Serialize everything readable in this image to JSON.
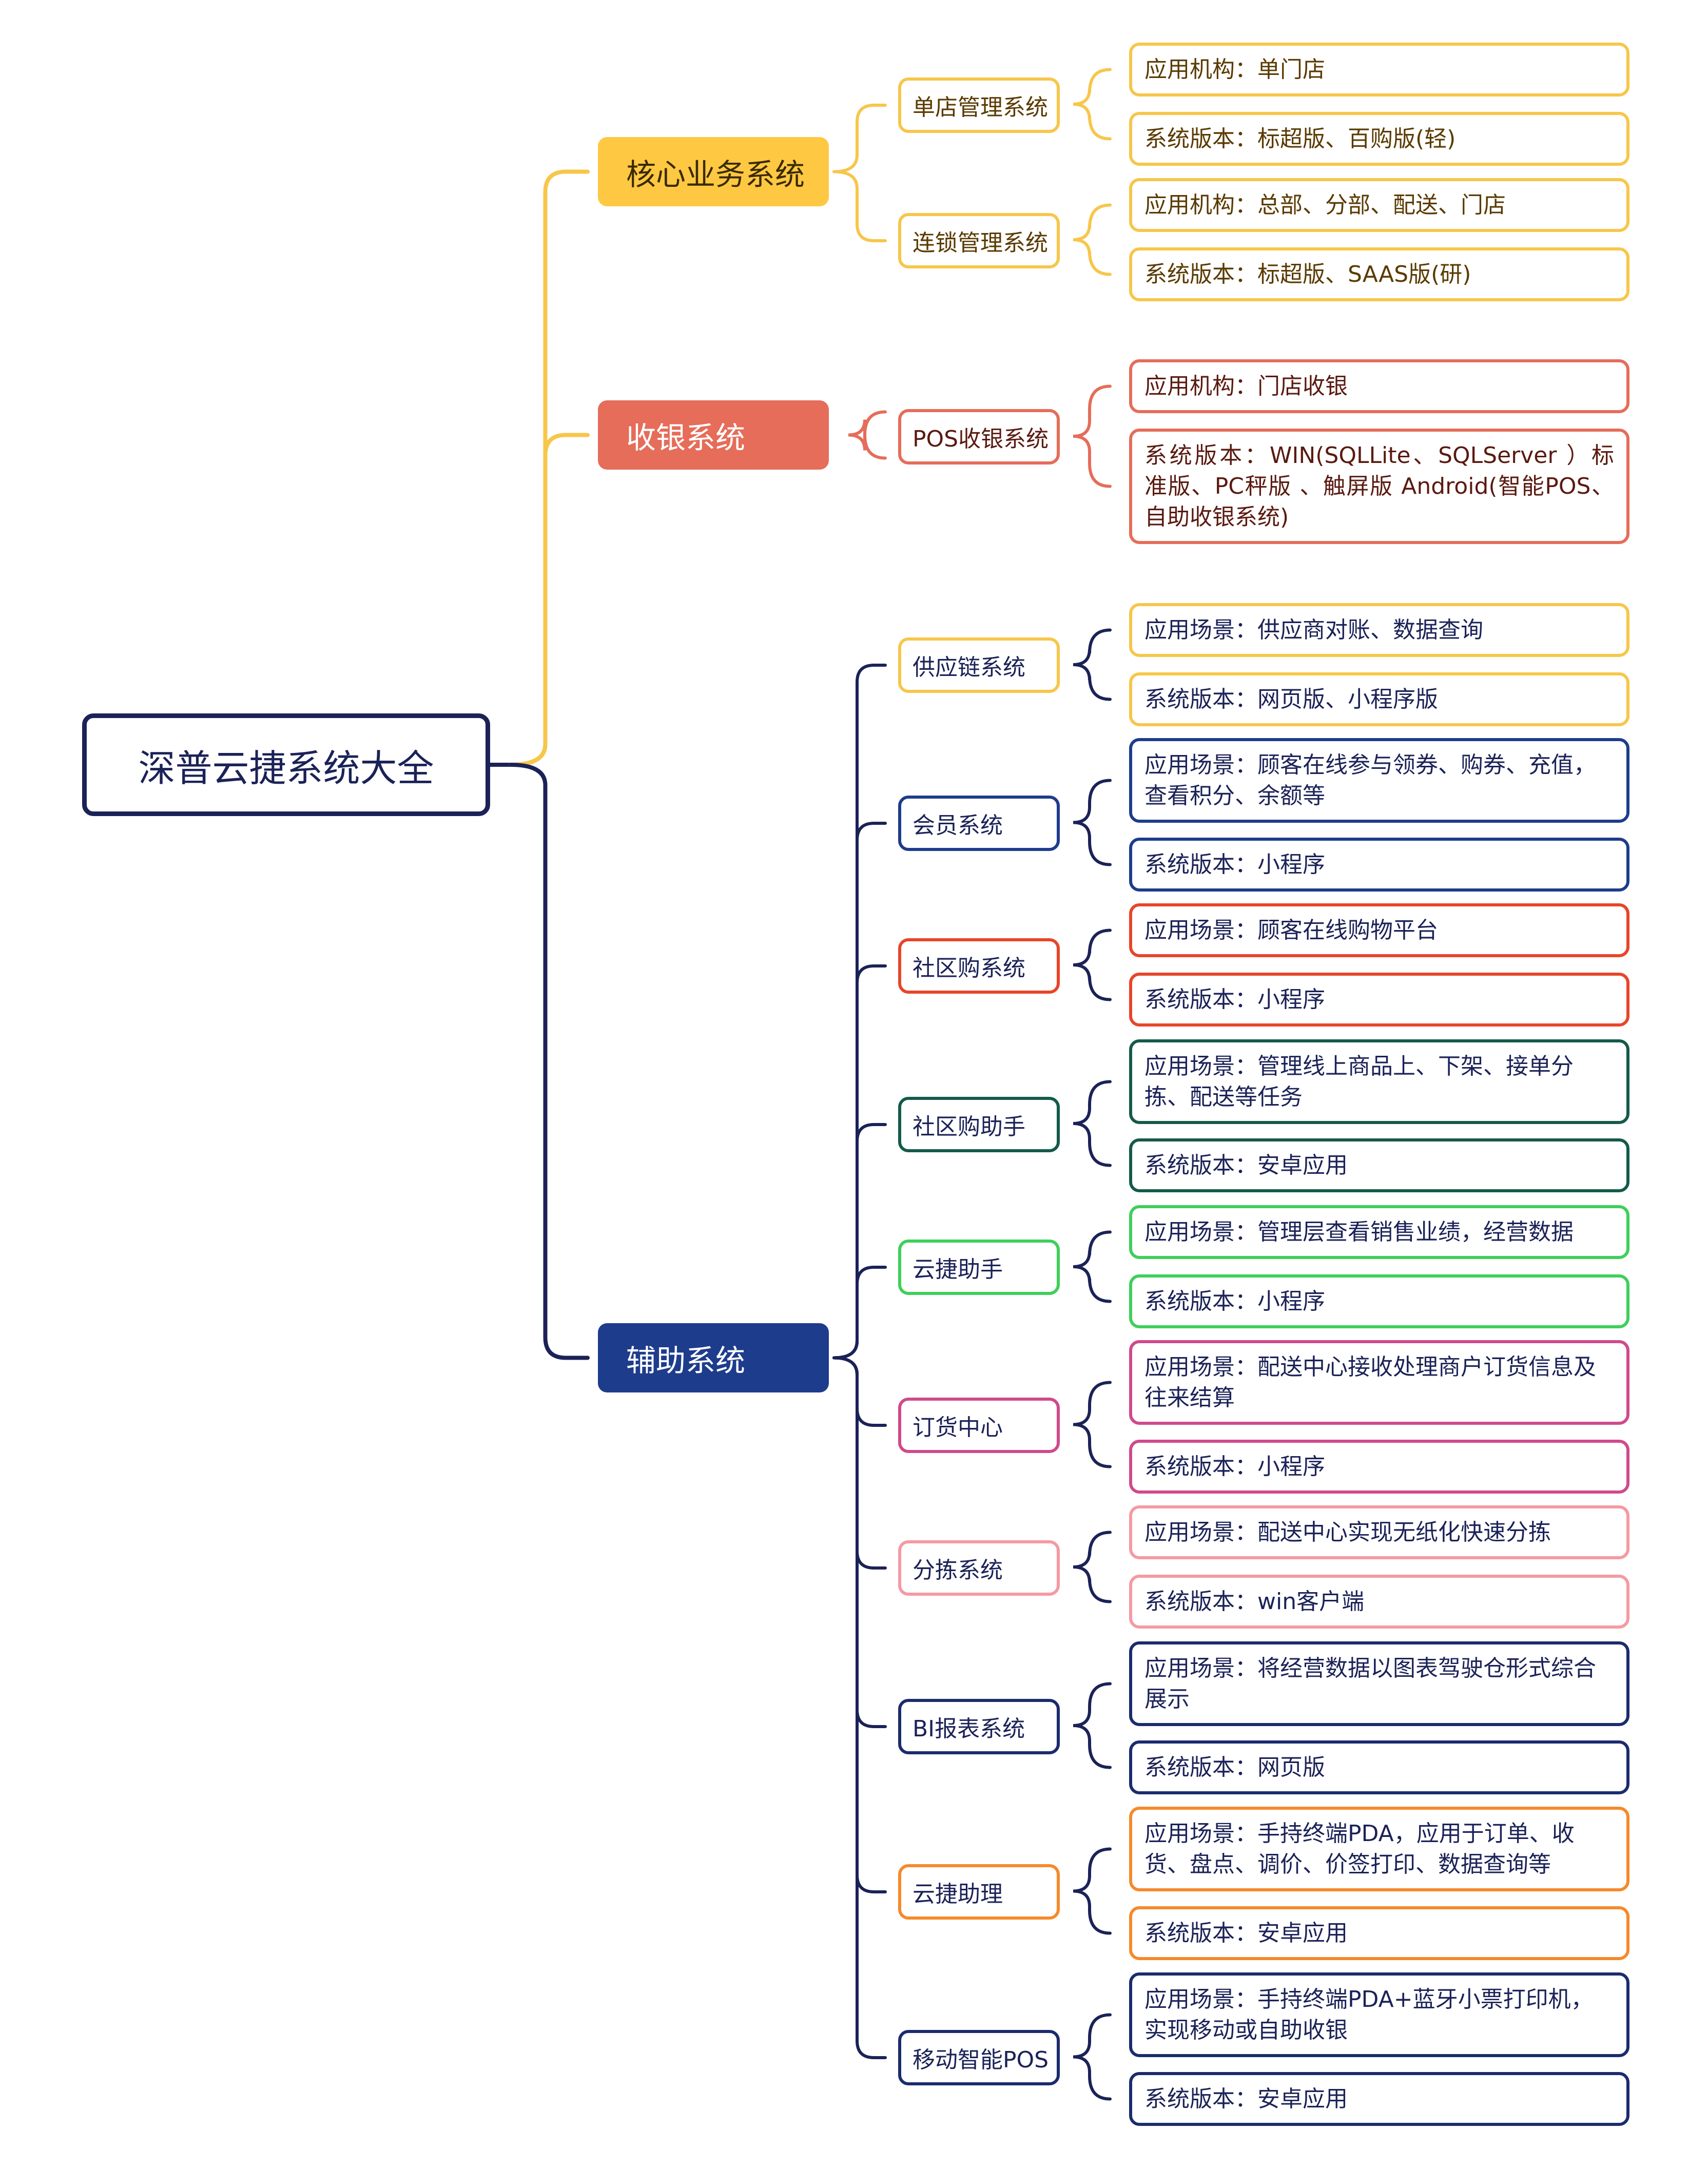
{
  "root": {
    "label": "深普云捷系统大全",
    "color": "#1b2257"
  },
  "branches": [
    {
      "id": "core",
      "label": "核心业务系统",
      "fill": "#ffc843",
      "text": "#3a2a00",
      "children": [
        {
          "id": "single-store",
          "label": "单店管理系统",
          "color": "#f7c64a",
          "text": "#5a3a00",
          "details": [
            "应用机构：单门店",
            "系统版本：标超版、百购版(轻)"
          ]
        },
        {
          "id": "chain-store",
          "label": "连锁管理系统",
          "color": "#f7c64a",
          "text": "#5a3a00",
          "details": [
            "应用机构：总部、分部、配送、门店",
            "系统版本：标超版、SAAS版(研)"
          ]
        }
      ]
    },
    {
      "id": "cashier",
      "label": "收银系统",
      "fill": "#e56d5a",
      "text": "#ffffff",
      "children": [
        {
          "id": "pos",
          "label": "POS收银系统",
          "color": "#e56d5a",
          "text": "#5a1a10",
          "details": [
            "应用机构：门店收银",
            "系统版本：WIN(SQLLite、SQLServer ）标准版、PC秤版 、触屏版   Android(智能POS、自助收银系统)"
          ]
        }
      ]
    },
    {
      "id": "aux",
      "label": "辅助系统",
      "fill": "#1e3c8c",
      "text": "#ffffff",
      "children": [
        {
          "id": "supply",
          "label": "供应链系统",
          "color": "#f7c64a",
          "text": "#1b2257",
          "details": [
            "应用场景：供应商对账、数据查询",
            "系统版本：网页版、小程序版"
          ]
        },
        {
          "id": "member",
          "label": "会员系统",
          "color": "#1e3c8c",
          "text": "#1b2257",
          "details": [
            "应用场景：顾客在线参与领券、购券、充值，查看积分、余额等",
            "系统版本：小程序"
          ]
        },
        {
          "id": "community",
          "label": "社区购系统",
          "color": "#e8452a",
          "text": "#1b2257",
          "details": [
            "应用场景：顾客在线购物平台",
            "系统版本：小程序"
          ]
        },
        {
          "id": "community-helper",
          "label": "社区购助手",
          "color": "#145a4a",
          "text": "#1b2257",
          "details": [
            "应用场景：管理线上商品上、下架、接单分拣、配送等任务",
            "系统版本：安卓应用"
          ]
        },
        {
          "id": "yunjie-assistant",
          "label": "云捷助手",
          "color": "#3fcf5b",
          "text": "#1b2257",
          "details": [
            "应用场景：管理层查看销售业绩，经营数据",
            "系统版本：小程序"
          ]
        },
        {
          "id": "order-center",
          "label": "订货中心",
          "color": "#d04a8a",
          "text": "#1b2257",
          "details": [
            "应用场景：配送中心接收处理商户订货信息及往来结算",
            "系统版本：小程序"
          ]
        },
        {
          "id": "sorting",
          "label": "分拣系统",
          "color": "#f59aa2",
          "text": "#1b2257",
          "details": [
            "应用场景：配送中心实现无纸化快速分拣",
            "系统版本：win客户端"
          ]
        },
        {
          "id": "bi",
          "label": "BI报表系统",
          "color": "#1b2b6e",
          "text": "#1b2257",
          "details": [
            "应用场景：将经营数据以图表驾驶仓形式综合展示",
            "系统版本：网页版"
          ]
        },
        {
          "id": "yunjie-helper",
          "label": "云捷助理",
          "color": "#f58a2a",
          "text": "#1b2257",
          "details": [
            "应用场景：手持终端PDA，应用于订单、收货、盘点、调价、价签打印、数据查询等",
            "系统版本：安卓应用"
          ]
        },
        {
          "id": "mobile-pos",
          "label": "移动智能POS",
          "color": "#1b2b6e",
          "text": "#1b2257",
          "details": [
            "应用场景：手持终端PDA+蓝牙小票打印机，实现移动或自助收银",
            "系统版本：安卓应用"
          ]
        }
      ]
    }
  ]
}
